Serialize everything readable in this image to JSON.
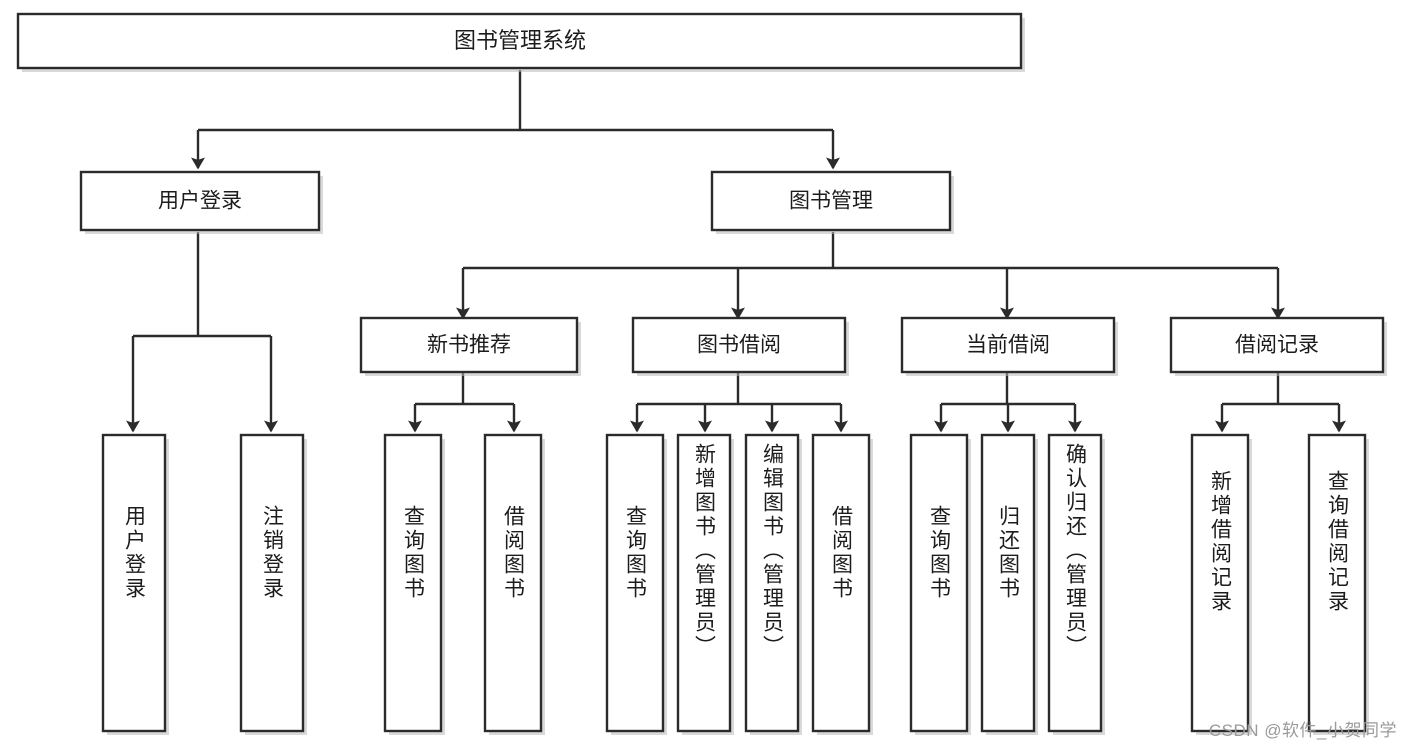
{
  "diagram": {
    "kind": "tree-hierarchy-chart",
    "root": {
      "label": "图书管理系统"
    },
    "level1": [
      {
        "id": "user-login",
        "label": "用户登录"
      },
      {
        "id": "book-manage",
        "label": "图书管理"
      }
    ],
    "level2": [
      {
        "id": "new-book-recommend",
        "label": "新书推荐",
        "parent": "book-manage"
      },
      {
        "id": "book-borrow",
        "label": "图书借阅",
        "parent": "book-manage"
      },
      {
        "id": "current-borrow",
        "label": "当前借阅",
        "parent": "book-manage"
      },
      {
        "id": "borrow-record",
        "label": "借阅记录",
        "parent": "book-manage"
      }
    ],
    "leaves": [
      {
        "id": "leaf-user-login",
        "label": "用户登录",
        "parent": "user-login"
      },
      {
        "id": "leaf-logout-login",
        "label": "注销登录",
        "parent": "user-login"
      },
      {
        "id": "leaf-query-book-1",
        "label": "查询图书",
        "parent": "new-book-recommend"
      },
      {
        "id": "leaf-borrow-book-1",
        "label": "借阅图书",
        "parent": "new-book-recommend"
      },
      {
        "id": "leaf-query-book-2",
        "label": "查询图书",
        "parent": "book-borrow"
      },
      {
        "id": "leaf-add-book",
        "label": "新增图书（管理员）",
        "parent": "book-borrow"
      },
      {
        "id": "leaf-edit-book",
        "label": "编辑图书（管理员）",
        "parent": "book-borrow"
      },
      {
        "id": "leaf-borrow-book-2",
        "label": "借阅图书",
        "parent": "book-borrow"
      },
      {
        "id": "leaf-query-book-3",
        "label": "查询图书",
        "parent": "current-borrow"
      },
      {
        "id": "leaf-return-book",
        "label": "归还图书",
        "parent": "current-borrow"
      },
      {
        "id": "leaf-confirm-return",
        "label": "确认归还（管理员）",
        "parent": "current-borrow"
      },
      {
        "id": "leaf-add-borrow-record",
        "label": "新增借阅记录",
        "parent": "borrow-record"
      },
      {
        "id": "leaf-query-borrow-record",
        "label": "查询借阅记录",
        "parent": "borrow-record"
      }
    ]
  },
  "watermark": {
    "text": "CSDN @软件_小贺同学"
  },
  "colors": {
    "box_stroke": "#2b2b2b",
    "box_fill": "#ffffff",
    "text": "#1c1c1c",
    "shadow": "#b9b9b9",
    "watermark": "#9a9a9a",
    "background": "#ffffff"
  }
}
